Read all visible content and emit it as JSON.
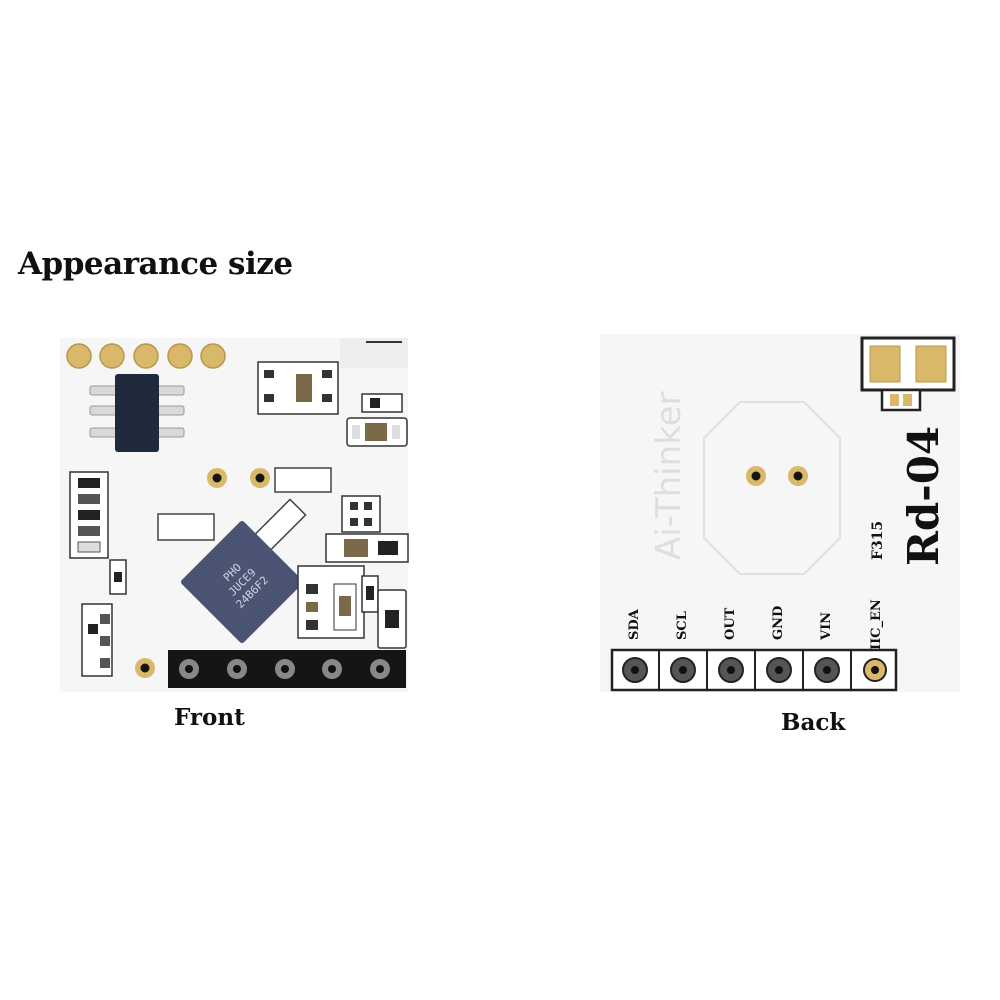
{
  "heading": "Appearance size",
  "front": {
    "caption": "Front",
    "chip_marking": [
      "PHO",
      "JUCE9",
      "24B6F2"
    ]
  },
  "back": {
    "caption": "Back",
    "brand": "Ai-Thinker",
    "model": "Rd-04",
    "revision": "F315",
    "pins": [
      "SDA",
      "SCL",
      "OUT",
      "GND",
      "VIN",
      "IIC_EN"
    ]
  },
  "colors": {
    "board": "#f6f6f6",
    "gold_pad": "#d9b869",
    "chip": "#4b5573",
    "ic_dark": "#1f2a3c",
    "header": "#151515"
  }
}
